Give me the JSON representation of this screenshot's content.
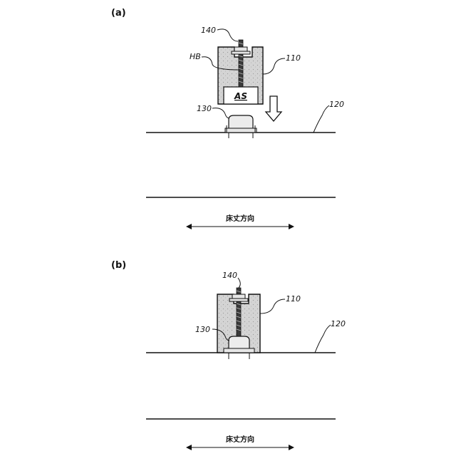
{
  "panels": [
    {
      "id": "a",
      "label": "(a)",
      "callouts": {
        "c140": "140",
        "hb": "HB",
        "c110": "110",
        "c130": "130",
        "c120": "120",
        "as": "AS"
      },
      "direction_label": "床丈方向"
    },
    {
      "id": "b",
      "label": "(b)",
      "callouts": {
        "c140": "140",
        "c110": "110",
        "c130": "130",
        "c120": "120"
      },
      "direction_label": "床丈方向"
    }
  ],
  "colors": {
    "stroke": "#111111",
    "block_fill": "#d4d4d4",
    "metal_fill": "#e6e6e6",
    "hollow_fill": "#ffffff"
  },
  "icons": {
    "insertion": "down-arrow-icon",
    "direction": "double-headed-arrow-icon"
  }
}
